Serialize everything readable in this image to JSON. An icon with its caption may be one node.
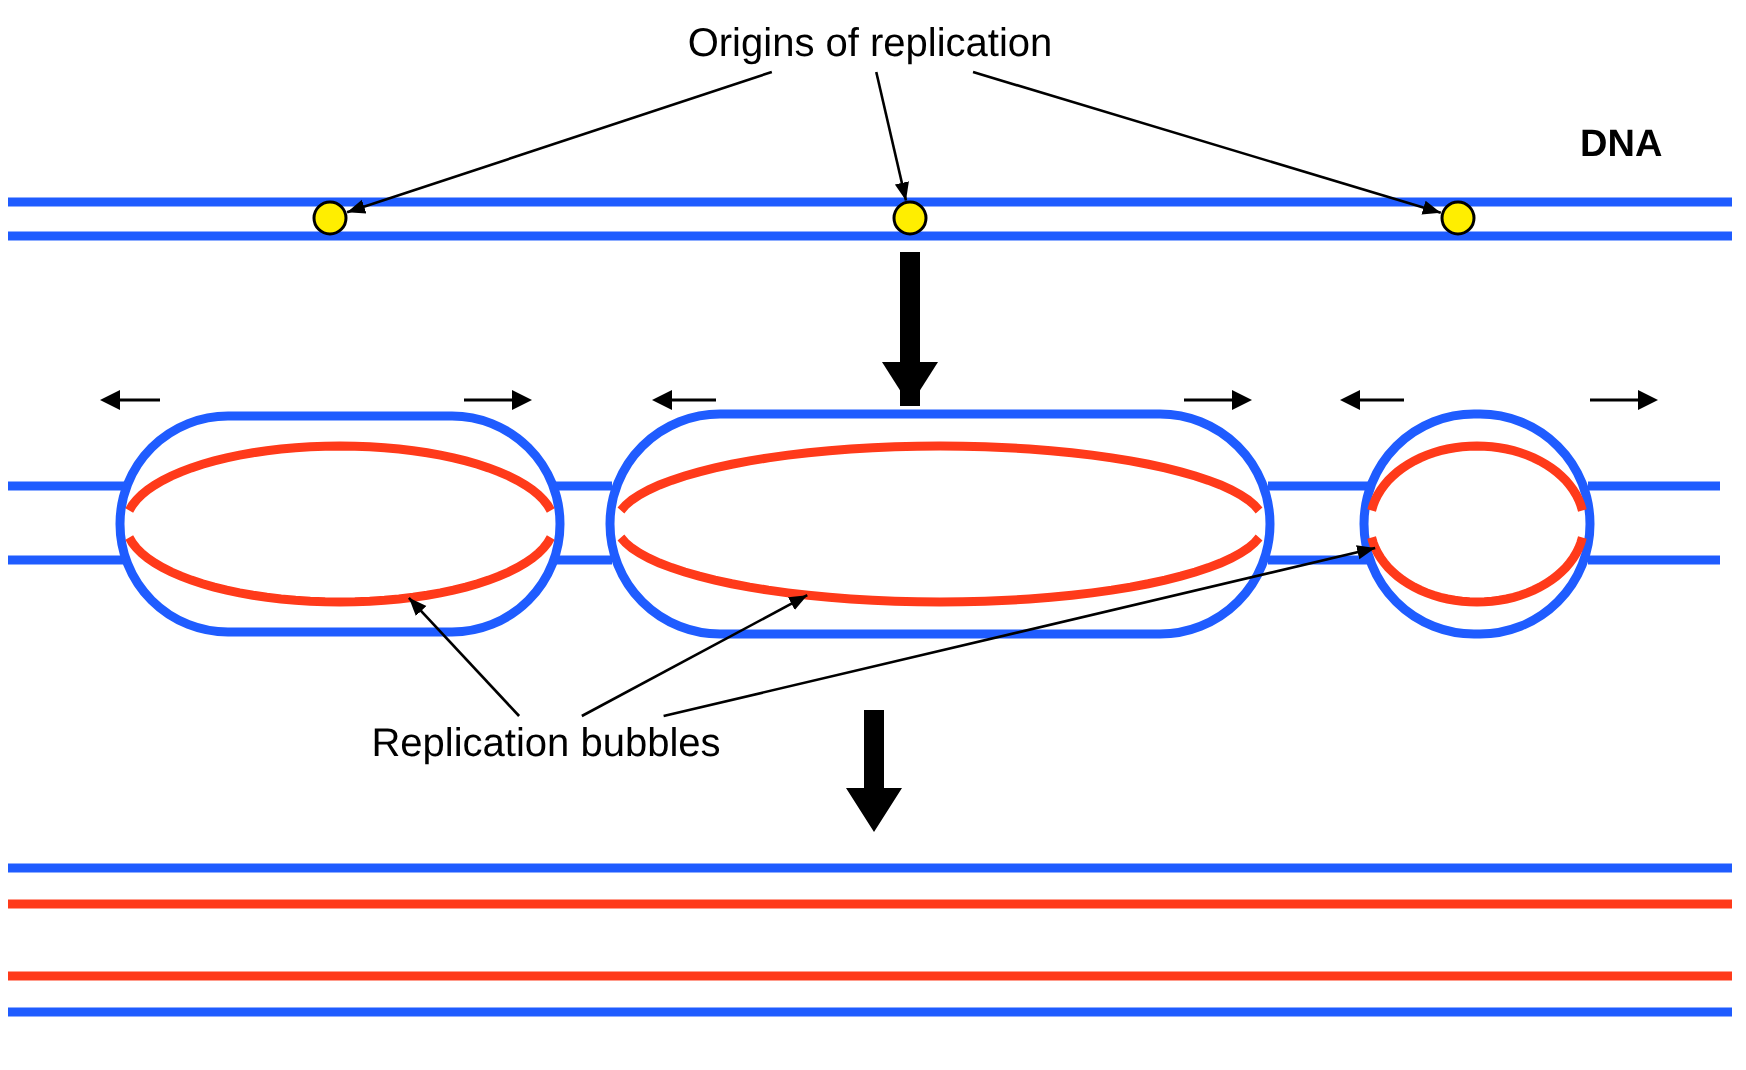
{
  "diagram": {
    "nodes": [
      {
        "text": [
          "Origins of replication"
        ]
      },
      {
        "text": [],
        "shape": "circle"
      },
      {
        "text": [],
        "shape": "circle"
      },
      {
        "text": [],
        "shape": "circle"
      },
      {
        "text": [
          "Replication bubbles"
        ]
      },
      {
        "text": [],
        "shape": "ellipse"
      },
      {
        "text": [],
        "shape": "ellipse"
      },
      {
        "text": [],
        "shape": "ellipse"
      }
    ],
    "edges": [
      {
        "from": 0,
        "to": 1,
        "arrow": "to"
      },
      {
        "from": 0,
        "to": 2,
        "arrow": "to"
      },
      {
        "from": 0,
        "to": 3,
        "arrow": "to"
      },
      {
        "from": 2,
        "to": 6,
        "arrow": "to",
        "style": "thick"
      },
      {
        "from": 4,
        "to": 5,
        "arrow": "to"
      },
      {
        "from": 4,
        "to": 6,
        "arrow": "to"
      },
      {
        "from": 4,
        "to": 7,
        "arrow": "to"
      }
    ],
    "labels": [
      "DNA"
    ]
  }
}
